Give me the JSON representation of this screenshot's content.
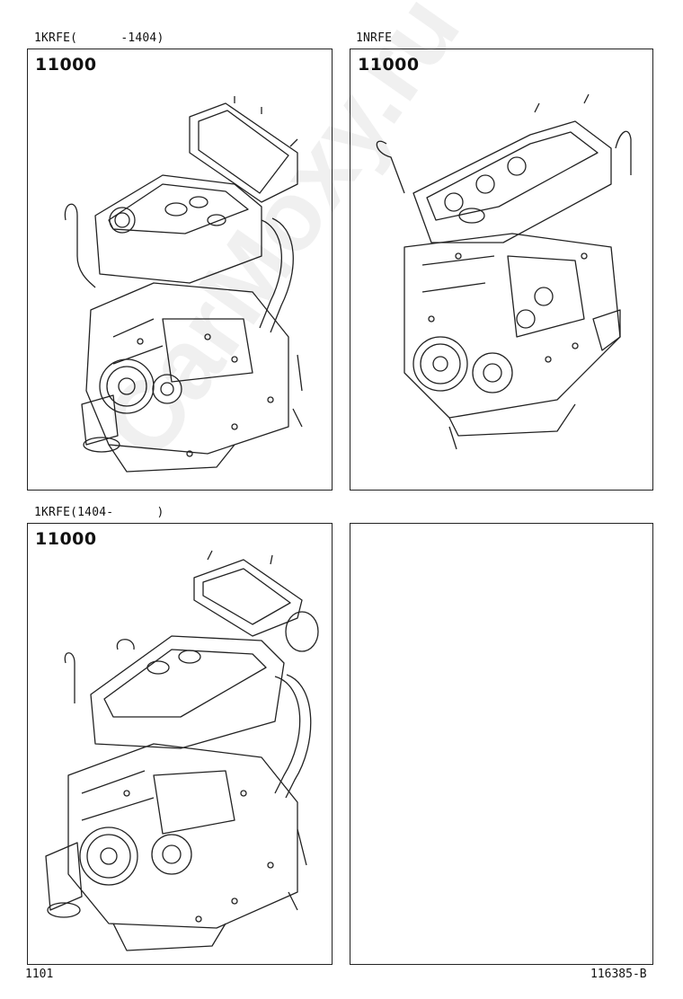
{
  "panels": [
    {
      "caption": "1KRFE(      -1404)",
      "part_number": "11000"
    },
    {
      "caption": "1NRFE",
      "part_number": "11000"
    },
    {
      "caption": "1KRFE(1404-      )",
      "part_number": "11000"
    },
    {
      "caption": "",
      "part_number": ""
    }
  ],
  "footer": {
    "page": "1101",
    "drawing_code": "116385-B"
  },
  "watermark": "CarMoxy.ru"
}
